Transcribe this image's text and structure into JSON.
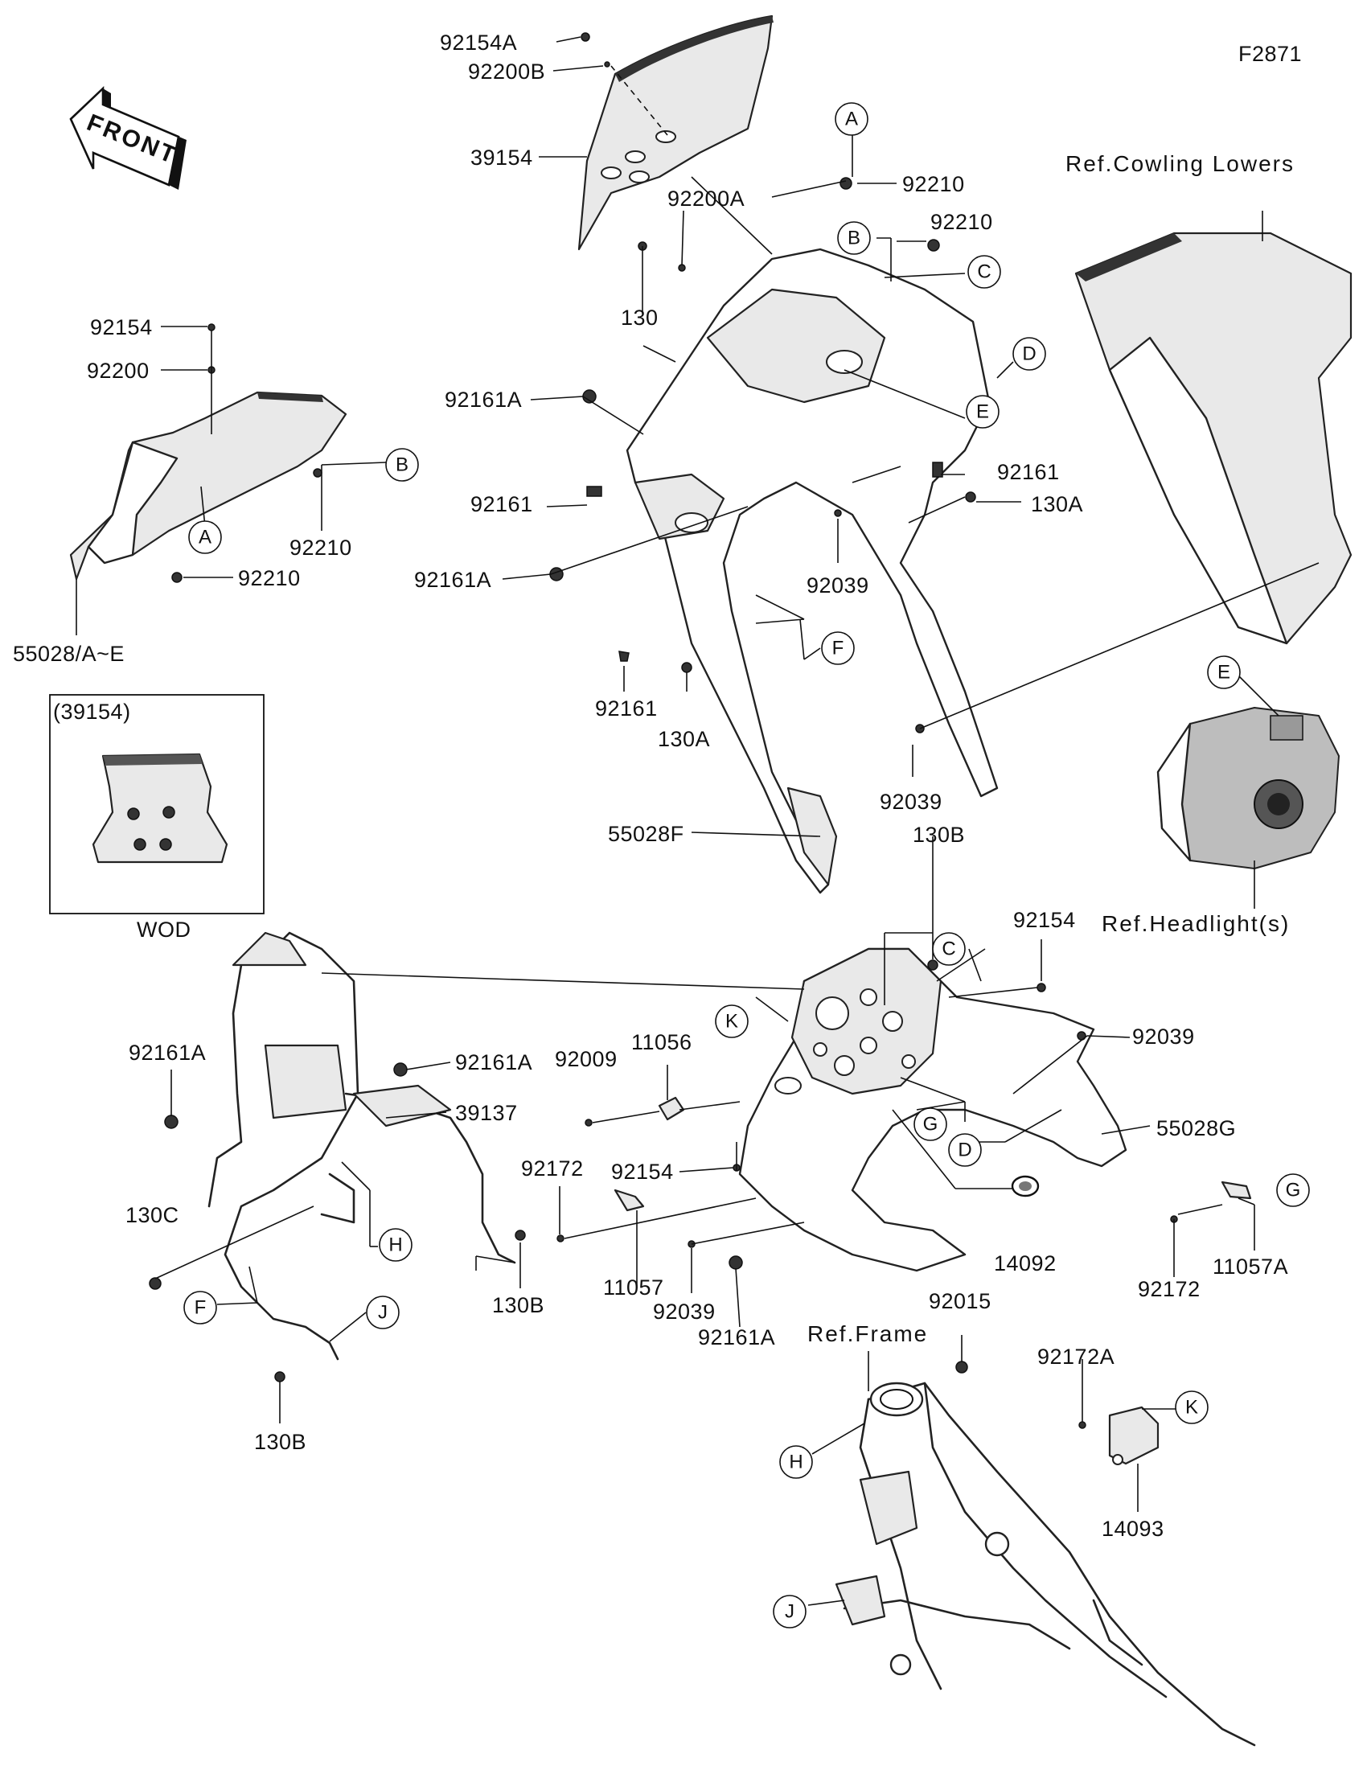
{
  "figure_code": "F2871",
  "front_label": "FRONT",
  "inset": {
    "title": "(39154)",
    "caption": "WOD"
  },
  "references": {
    "cowling_lowers": "Ref.Cowling Lowers",
    "headlight": "Ref.Headlight(s)",
    "frame": "Ref.Frame"
  },
  "parts": {
    "p92154A": "92154A",
    "p92200B": "92200B",
    "p39154": "39154",
    "p92200A": "92200A",
    "p92210_a": "92210",
    "p92210_b": "92210",
    "p130": "130",
    "p92161A_1": "92161A",
    "p92161_1": "92161",
    "p92161A_2": "92161A",
    "p92161_2": "92161",
    "p130A_1": "130A",
    "p92039_1": "92039",
    "p92161_3": "92161",
    "p130A_2": "130A",
    "p92039_2": "92039",
    "p55028F": "55028F",
    "p92154_left": "92154",
    "p92200": "92200",
    "p92210_left1": "92210",
    "p92210_left2": "92210",
    "p55028AE": "55028/A~E",
    "p130B_top": "130B",
    "p92154_mid": "92154",
    "p92039_3": "92039",
    "p55028G": "55028G",
    "p92161A_3": "92161A",
    "p92161A_4": "92161A",
    "p39137": "39137",
    "p92009": "92009",
    "p11056": "11056",
    "p92172_1": "92172",
    "p92154_low": "92154",
    "p130C": "130C",
    "p130B_mid": "130B",
    "p11057": "11057",
    "p92039_4": "92039",
    "p92161A_5": "92161A",
    "p14092": "14092",
    "p92172_2": "92172",
    "p11057A": "11057A",
    "p130B_low": "130B",
    "p92015": "92015",
    "p92172A": "92172A",
    "p14093": "14093"
  },
  "callouts": {
    "A_top": "A",
    "B_top": "B",
    "C_top": "C",
    "D_top": "D",
    "E_top": "E",
    "F_top": "F",
    "B_left": "B",
    "A_left": "A",
    "E_head": "E",
    "C_mid": "C",
    "K_mid": "K",
    "G_mid": "G",
    "D_mid": "D",
    "H_left": "H",
    "F_left": "F",
    "J_left": "J",
    "G_right": "G",
    "H_frame": "H",
    "J_frame": "J",
    "K_right": "K"
  }
}
